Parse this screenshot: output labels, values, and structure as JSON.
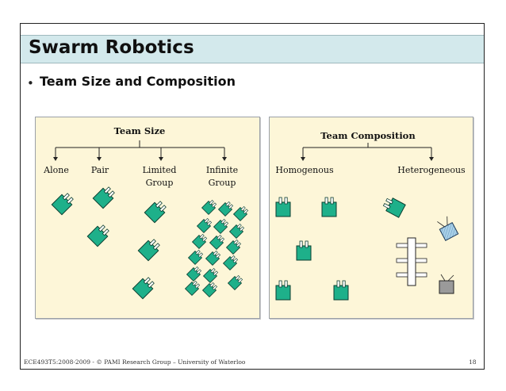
{
  "slide": {
    "title": "Swarm Robotics",
    "bullet": "Team Size and Composition",
    "footer": "ECE493T5:2008-2009 -   ©   PAMI Research Group – University of Waterloo",
    "page_number": "18"
  },
  "team_size": {
    "heading": "Team Size",
    "categories": {
      "alone": "Alone",
      "pair": "Pair",
      "limited_line1": "Limited",
      "limited_line2": "Group",
      "infinite_line1": "Infinite",
      "infinite_line2": "Group"
    }
  },
  "team_composition": {
    "heading": "Team Composition",
    "categories": {
      "homogenous": "Homogenous",
      "heterogeneous": "Heterogeneous"
    }
  },
  "colors": {
    "title_bar": "#d3e9ec",
    "panel_fill": "#fdf6d8",
    "robot_green": "#1eb08a",
    "robot_outline": "#0b3d2f",
    "robot_blue_crosshatch": "#a8d0e8",
    "robot_gray": "#9a9a9a"
  },
  "icons": [
    "robot-icon",
    "blue-tv-robot-icon",
    "gray-tv-robot-icon",
    "multi-plug-robot-icon"
  ]
}
